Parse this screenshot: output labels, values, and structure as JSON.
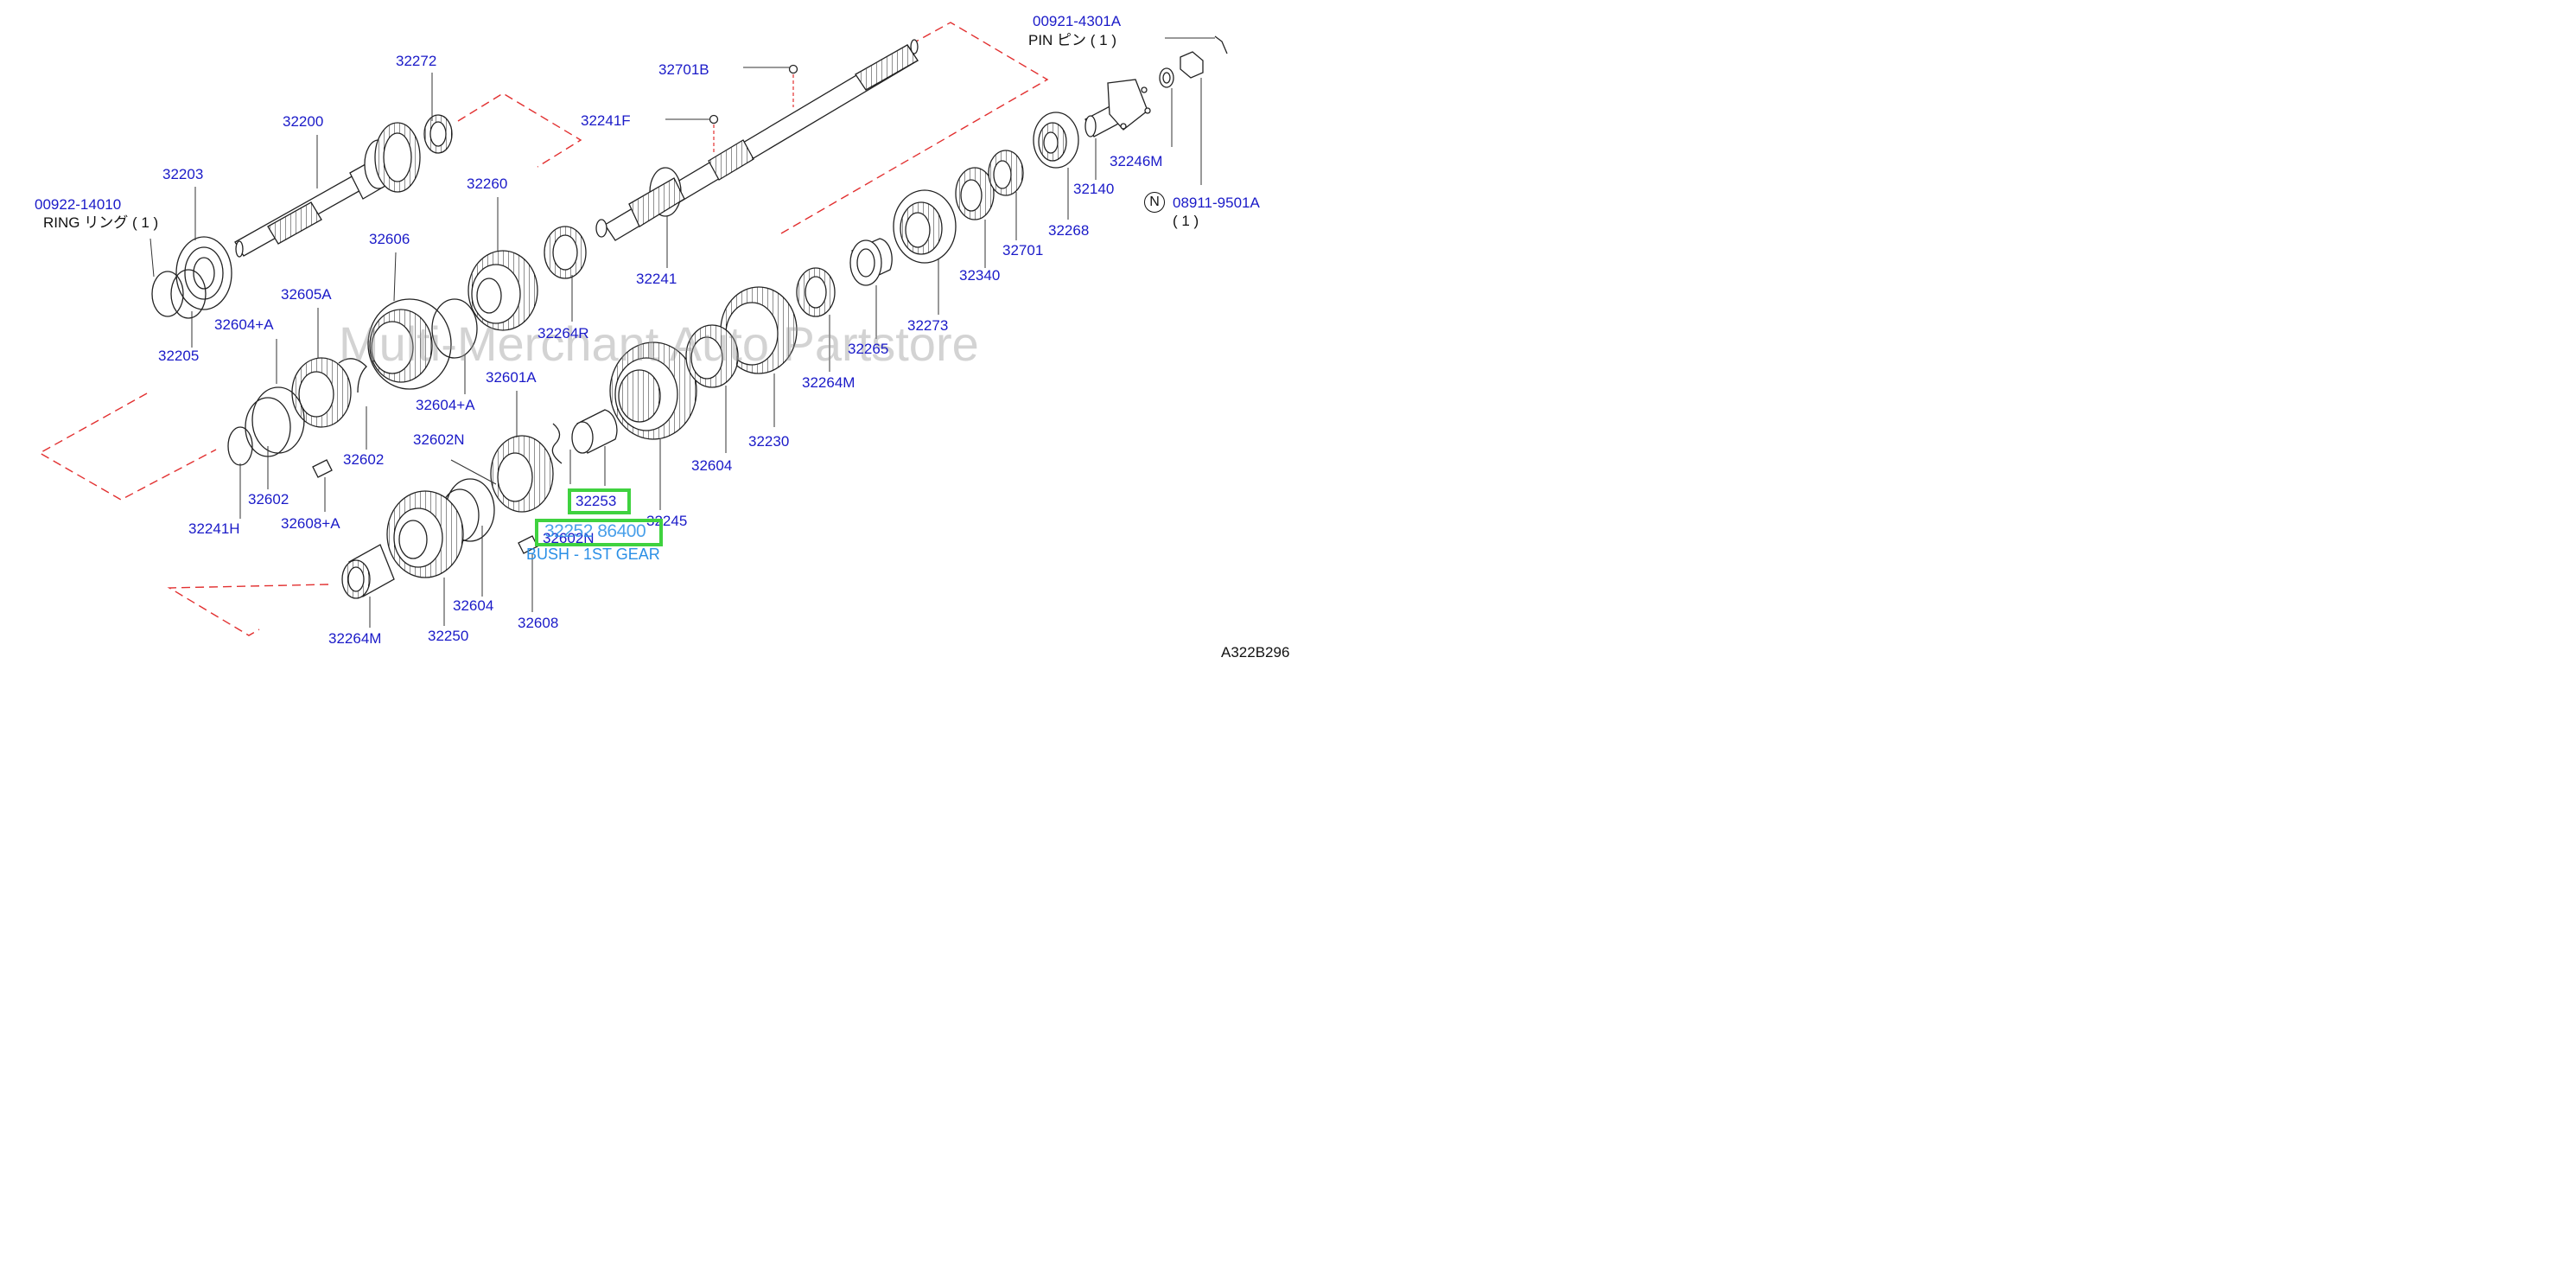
{
  "watermark": "Multi-Merchant Auto Partstore",
  "diagram_code": "A322B296",
  "colors": {
    "label": "#1a1ac8",
    "callout_green": "#3fd23f",
    "desc_blue": "#2a8fe6",
    "dash_red": "#e23030"
  },
  "parts": [
    {
      "key": "p00921",
      "text": "00921-4301A"
    },
    {
      "key": "p00921_desc",
      "text": "PIN      ピン ( 1 )"
    },
    {
      "key": "p32701b",
      "text": "32701B"
    },
    {
      "key": "p32272",
      "text": "32272"
    },
    {
      "key": "p32200",
      "text": "32200"
    },
    {
      "key": "p32241f",
      "text": "32241F"
    },
    {
      "key": "p32203",
      "text": "32203"
    },
    {
      "key": "p00922",
      "text": "00922-14010"
    },
    {
      "key": "p00922_desc",
      "text": "RING  リング ( 1 )"
    },
    {
      "key": "p32260",
      "text": "32260"
    },
    {
      "key": "p32246m",
      "text": "32246M"
    },
    {
      "key": "p32140",
      "text": "32140"
    },
    {
      "key": "p08911",
      "text": "08911-9501A"
    },
    {
      "key": "p08911_qty",
      "text": "( 1 )"
    },
    {
      "key": "p32268",
      "text": "32268"
    },
    {
      "key": "p32606",
      "text": "32606"
    },
    {
      "key": "p32701",
      "text": "32701"
    },
    {
      "key": "p32241",
      "text": "32241"
    },
    {
      "key": "p32340",
      "text": "32340"
    },
    {
      "key": "p32605a",
      "text": "32605A"
    },
    {
      "key": "p32264r",
      "text": "32264R"
    },
    {
      "key": "p32273",
      "text": "32273"
    },
    {
      "key": "p32604a_left",
      "text": "32604+A"
    },
    {
      "key": "p32205",
      "text": "32205"
    },
    {
      "key": "p32265",
      "text": "32265"
    },
    {
      "key": "p32601a",
      "text": "32601A"
    },
    {
      "key": "p32264m_top",
      "text": "32264M"
    },
    {
      "key": "p32604a_mid",
      "text": "32604+A"
    },
    {
      "key": "p32230",
      "text": "32230"
    },
    {
      "key": "p32602n_top",
      "text": "32602N"
    },
    {
      "key": "p32602_right",
      "text": "32602"
    },
    {
      "key": "p32604_right",
      "text": "32604"
    },
    {
      "key": "p32602_left",
      "text": "32602"
    },
    {
      "key": "p32245",
      "text": "32245"
    },
    {
      "key": "p32241h",
      "text": "32241H"
    },
    {
      "key": "p32608a",
      "text": "32608+A"
    },
    {
      "key": "p32604_bottom",
      "text": "32604"
    },
    {
      "key": "p32608",
      "text": "32608"
    },
    {
      "key": "p32264m_bottom",
      "text": "32264M"
    },
    {
      "key": "p32250",
      "text": "32250"
    }
  ],
  "highlight": {
    "callout_label": "32253",
    "callout_part_number": "32252 86400",
    "underlying_label": "32602N",
    "description": "BUSH - 1ST GEAR"
  },
  "n_badge": "N"
}
